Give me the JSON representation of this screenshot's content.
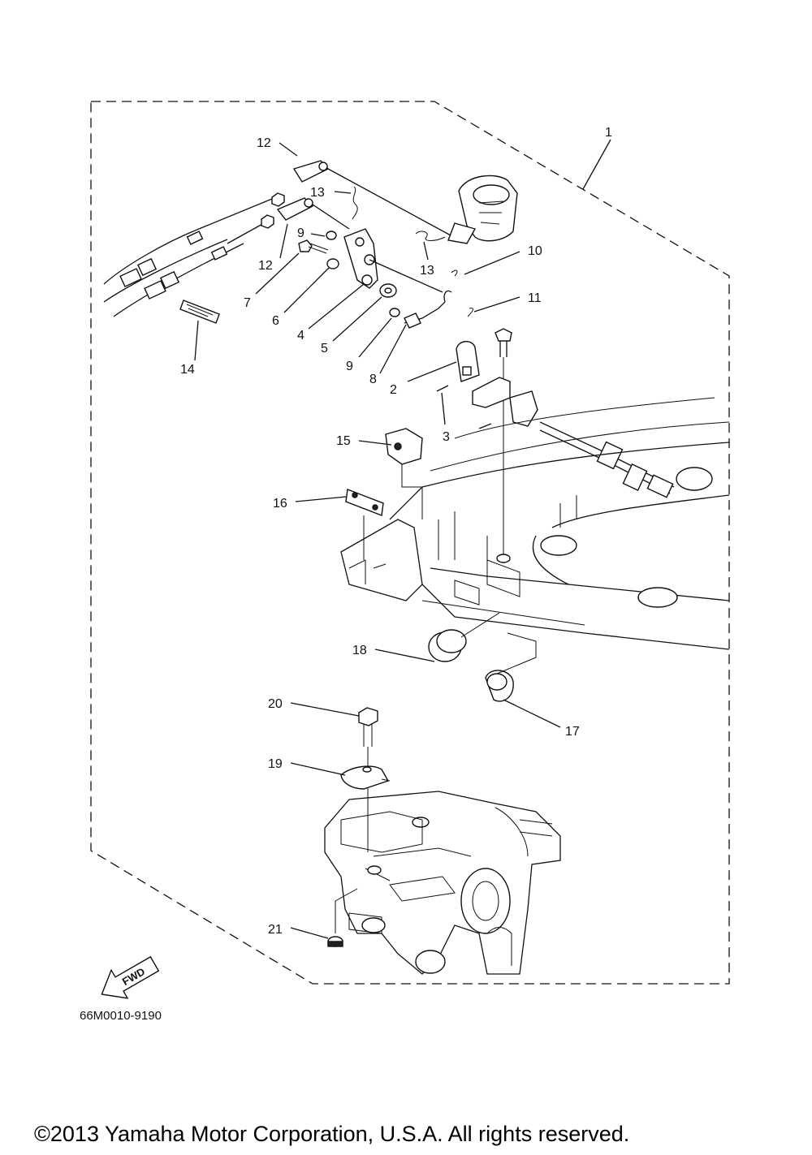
{
  "diagram": {
    "callouts": [
      "1",
      "2",
      "3",
      "4",
      "5",
      "6",
      "7",
      "8",
      "9",
      "9",
      "10",
      "11",
      "12",
      "12",
      "13",
      "13",
      "14",
      "15",
      "16",
      "17",
      "18",
      "19",
      "20",
      "21"
    ],
    "direction_marker": "FWD",
    "drawing_code": "66M0010-9190",
    "copyright": "©2013 Yamaha Motor Corporation, U.S.A. All rights reserved."
  }
}
